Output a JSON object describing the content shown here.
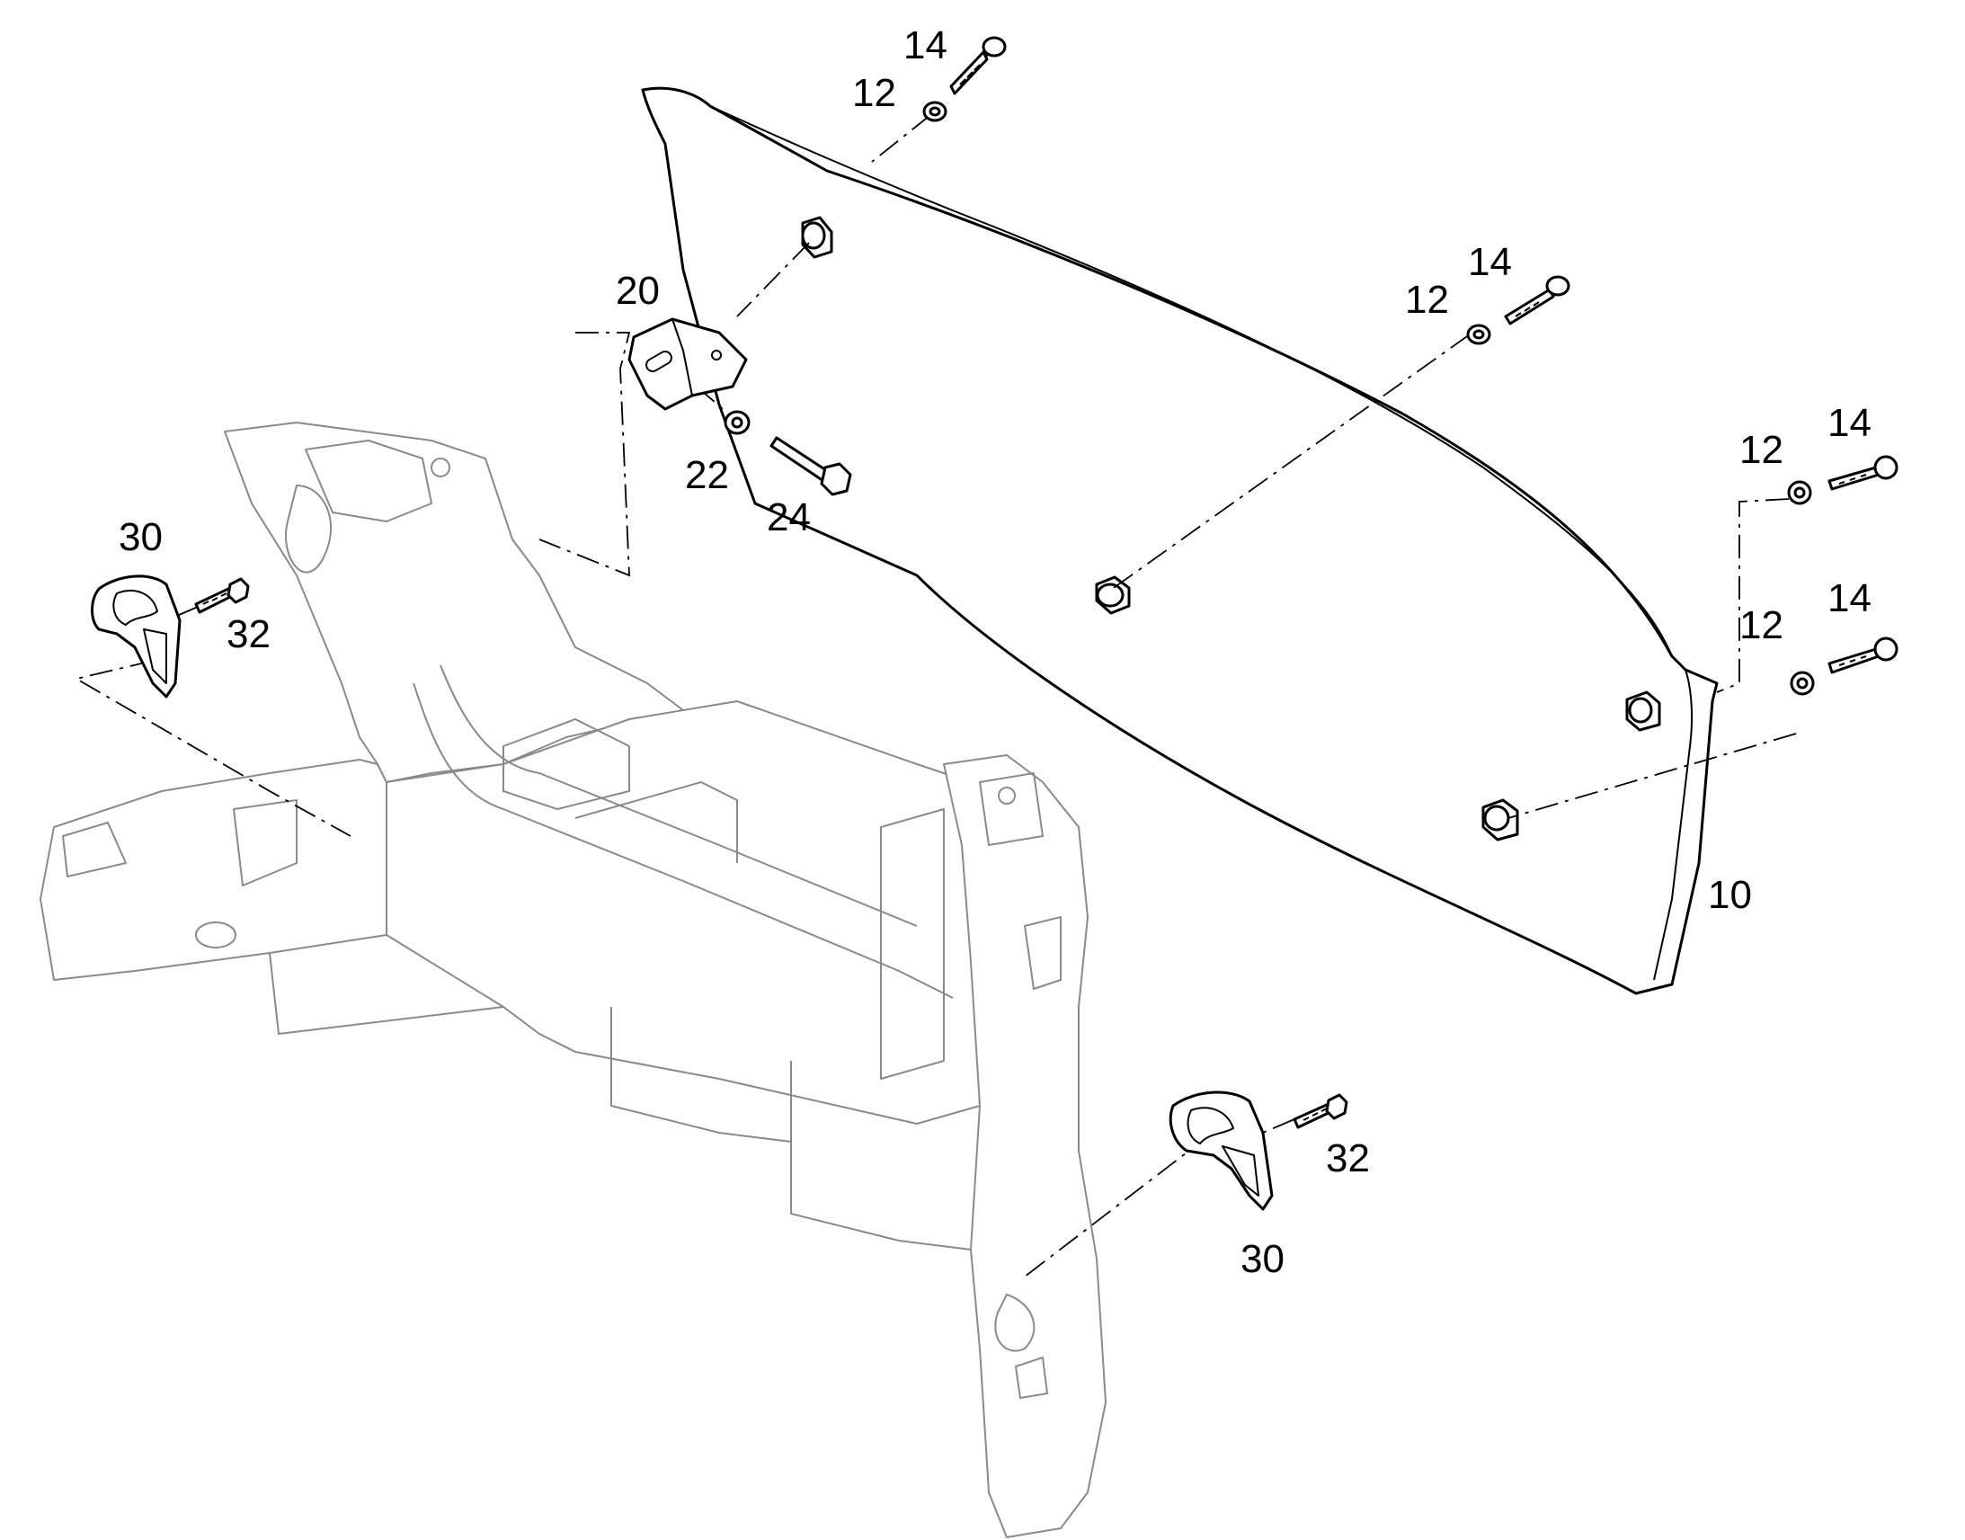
{
  "diagram": {
    "callouts": {
      "glass": "10",
      "washer": "12",
      "screw": "14",
      "bracket": "20",
      "bracket_washer": "22",
      "bracket_bolt": "24",
      "hinge_plate": "30",
      "hinge_bolt": "32"
    }
  }
}
